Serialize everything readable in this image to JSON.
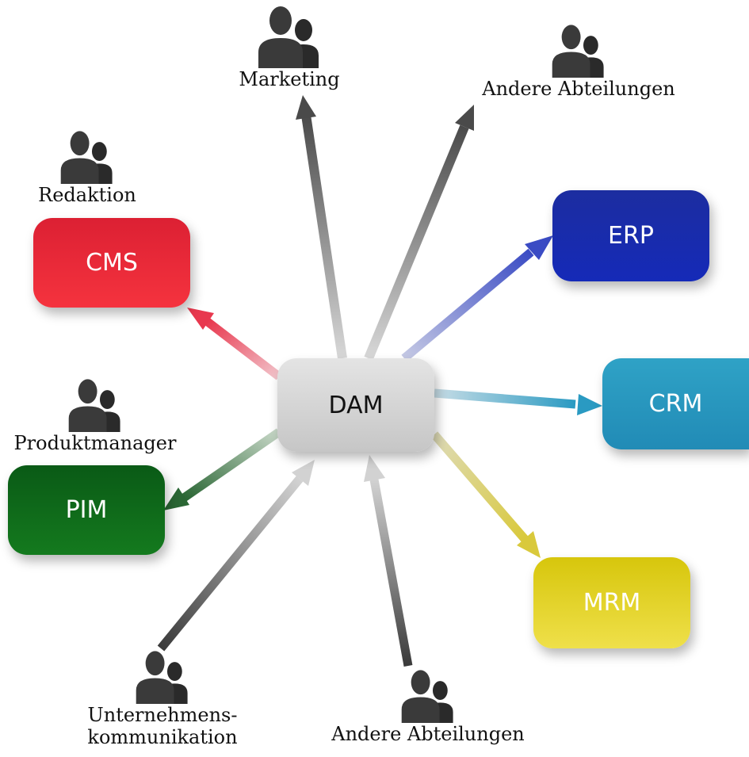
{
  "hub": {
    "label": "DAM"
  },
  "systems": {
    "cms": {
      "label": "CMS",
      "color": "#e82838"
    },
    "pim": {
      "label": "PIM",
      "color": "#0f6b1a"
    },
    "erp": {
      "label": "ERP",
      "color": "#182cae"
    },
    "crm": {
      "label": "CRM",
      "color": "#2898c0"
    },
    "mrm": {
      "label": "MRM",
      "color": "#e3d22c"
    }
  },
  "stakeholders": {
    "marketing": {
      "icon": "people-icon",
      "label": "Marketing"
    },
    "andere_top": {
      "icon": "people-icon",
      "label": "Andere Abteilungen"
    },
    "redaktion": {
      "icon": "people-icon",
      "label": "Redaktion"
    },
    "produktmanager": {
      "icon": "people-icon",
      "label": "Produktmanager"
    },
    "unternehmenskommunikation": {
      "icon": "people-icon",
      "lines": [
        "Unternehmens-",
        "kommunikation"
      ]
    },
    "andere_bottom": {
      "icon": "people-icon",
      "label": "Andere Abteilungen"
    }
  },
  "connections": [
    {
      "from": "DAM",
      "to": "Marketing",
      "direction": "outgoing",
      "color": "#555555"
    },
    {
      "from": "DAM",
      "to": "Andere Abteilungen",
      "direction": "outgoing",
      "color": "#555555"
    },
    {
      "from": "DAM",
      "to": "CMS",
      "direction": "outgoing",
      "color": "#e83a52"
    },
    {
      "from": "DAM",
      "to": "ERP",
      "direction": "outgoing",
      "color": "#3f4fc4"
    },
    {
      "from": "DAM",
      "to": "CRM",
      "direction": "outgoing",
      "color": "#2c9cc4"
    },
    {
      "from": "DAM",
      "to": "MRM",
      "direction": "outgoing",
      "color": "#d6c83a"
    },
    {
      "from": "DAM",
      "to": "PIM",
      "direction": "outgoing",
      "color": "#2c6a36"
    },
    {
      "from": "Unternehmenskommunikation",
      "to": "DAM",
      "direction": "incoming",
      "color": "#444444"
    },
    {
      "from": "Andere Abteilungen",
      "to": "DAM",
      "direction": "incoming",
      "color": "#444444"
    }
  ]
}
